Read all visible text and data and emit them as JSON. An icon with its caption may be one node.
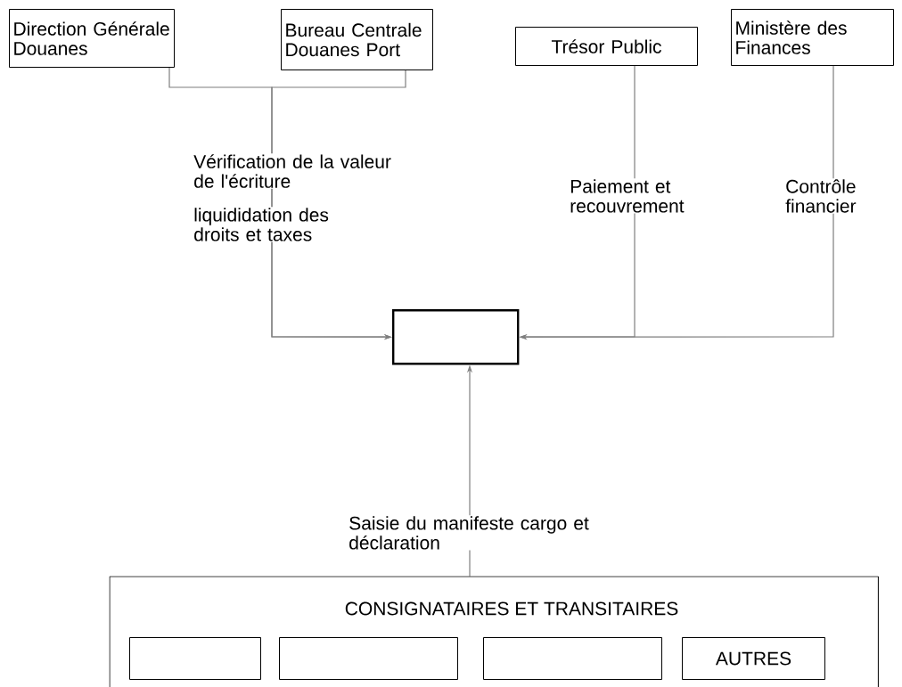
{
  "diagram": {
    "nodes": [
      {
        "text": [
          "Direction Générale Douanes"
        ]
      },
      {
        "text": [
          "Bureau Centrale Douanes Port"
        ]
      },
      {
        "text": [
          "Trésor Public"
        ]
      },
      {
        "text": [
          "Ministère des Finances"
        ]
      },
      {
        "text": [],
        "shape": "box"
      },
      {
        "text": [
          "CONSIGNATAIRES ET TRANSITAIRES"
        ]
      },
      {
        "text": [],
        "shape": "box",
        "in": 5
      },
      {
        "text": [],
        "shape": "box",
        "in": 5
      },
      {
        "text": [],
        "shape": "box",
        "in": 5
      },
      {
        "text": [
          "AUTRES"
        ],
        "in": 5
      }
    ],
    "edges": [
      {
        "from": 0,
        "to": 4,
        "arrow": "to",
        "label": "Vérification de la valeur de l'écriture"
      },
      {
        "from": 1,
        "to": 4,
        "arrow": "to",
        "label": "liquididation des droits et taxes"
      },
      {
        "from": 2,
        "to": 4,
        "arrow": "to",
        "label": "Paiement et recouvrement"
      },
      {
        "from": 3,
        "to": 4,
        "arrow": "to",
        "label": "Contrôle financier"
      },
      {
        "from": 5,
        "to": 4,
        "arrow": "to",
        "label": "Saisie du manifeste cargo et déclaration"
      }
    ]
  }
}
